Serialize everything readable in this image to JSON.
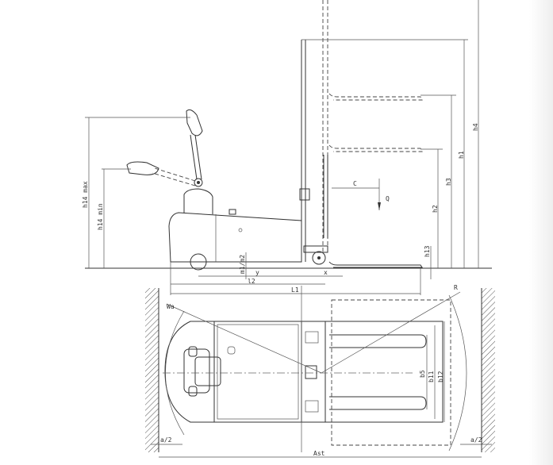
{
  "side_view": {
    "labels": {
      "h14_max": "h14 max",
      "h14_min": "h14 min",
      "m": "m1/m2",
      "y": "y",
      "x": "x",
      "l2": "l2",
      "L1": "L1",
      "C": "C",
      "Q": "Q",
      "h13": "h13",
      "h2": "h2",
      "h3": "h3",
      "h1": "h1",
      "h4": "h4"
    }
  },
  "top_view": {
    "labels": {
      "Wa": "Wa",
      "R": "R",
      "b5": "b5",
      "b11": "b11",
      "b12": "b12",
      "a2_left": "a/2",
      "a2_right": "a/2",
      "Ast": "Ast"
    }
  }
}
